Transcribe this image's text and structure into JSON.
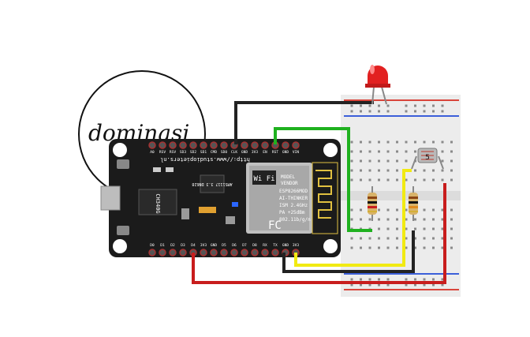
{
  "logo": {
    "text": "dominasi"
  },
  "board": {
    "url": "http://www.studiopieters.nl",
    "regulator": "AMS1117 3.3 DN628",
    "uart_chip": "CH340G",
    "wifi_logo": "Wi Fi",
    "module_lines": [
      "ESP8266MOD",
      "AI-THINKER",
      "ISM 2.4GHz",
      "PA +25dBm",
      "802.11b/g/n"
    ],
    "module_side": [
      "MODEL",
      "VENDOR"
    ],
    "top_pins": [
      "A0",
      "RSV",
      "RSV",
      "SD3",
      "SD2",
      "SD1",
      "CMD",
      "SD0",
      "CLK",
      "GND",
      "3V3",
      "EN",
      "RST",
      "GND",
      "VIN"
    ],
    "bottom_pins": [
      "D0",
      "D1",
      "D2",
      "D3",
      "D4",
      "3V3",
      "GND",
      "D5",
      "D6",
      "D7",
      "D8",
      "RX",
      "TX",
      "GND",
      "3V3"
    ]
  },
  "ldr": {
    "label": "5"
  },
  "colors": {
    "board": "#1b1b1b",
    "wire_black": "#222222",
    "wire_green": "#1fb11f",
    "wire_yellow": "#f1ea12",
    "wire_red": "#c81d1d",
    "led": "#e22020",
    "breadboard": "#ececec"
  }
}
